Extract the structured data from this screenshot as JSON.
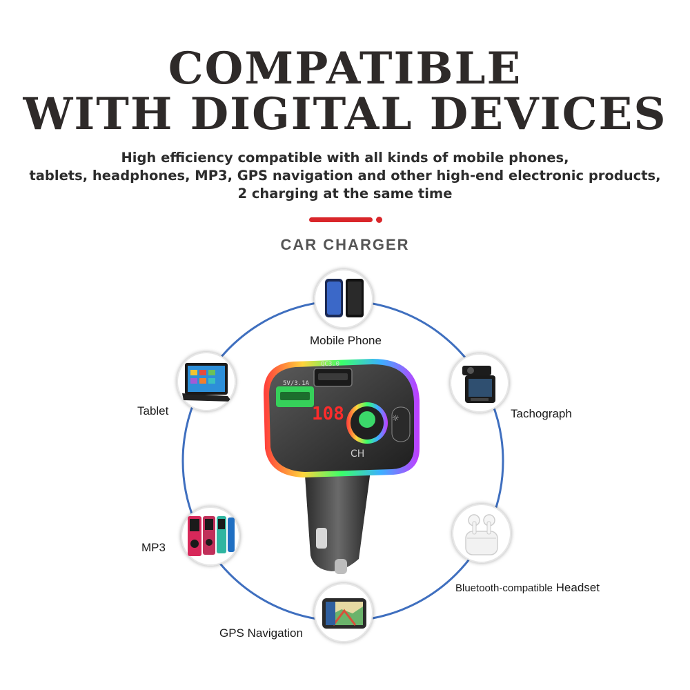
{
  "headline": {
    "line1": "COMPATIBLE",
    "line2": "WITH DIGITAL DEVICES"
  },
  "subtext": {
    "line1": "High efficiency compatible with all kinds of mobile phones,",
    "line2": "tablets, headphones, MP3, GPS navigation and other high-end electronic products,",
    "line3": "2 charging at the same time"
  },
  "section_label": "CAR  CHARGER",
  "devices": {
    "mobile_phone": "Mobile Phone",
    "tablet": "Tablet",
    "tachograph": "Tachograph",
    "mp3": "MP3",
    "headset_prefix": "Bluetooth-compatible",
    "headset_suffix": "Headset",
    "gps": "GPS Navigation"
  },
  "charger": {
    "display": "108.0",
    "ch_label": "CH",
    "port1": "QC3.0",
    "port2": "5V/3.1A"
  },
  "colors": {
    "accent_red": "#d9262a",
    "ring_blue": "#3f6fbf",
    "headline": "#2e2a29"
  }
}
